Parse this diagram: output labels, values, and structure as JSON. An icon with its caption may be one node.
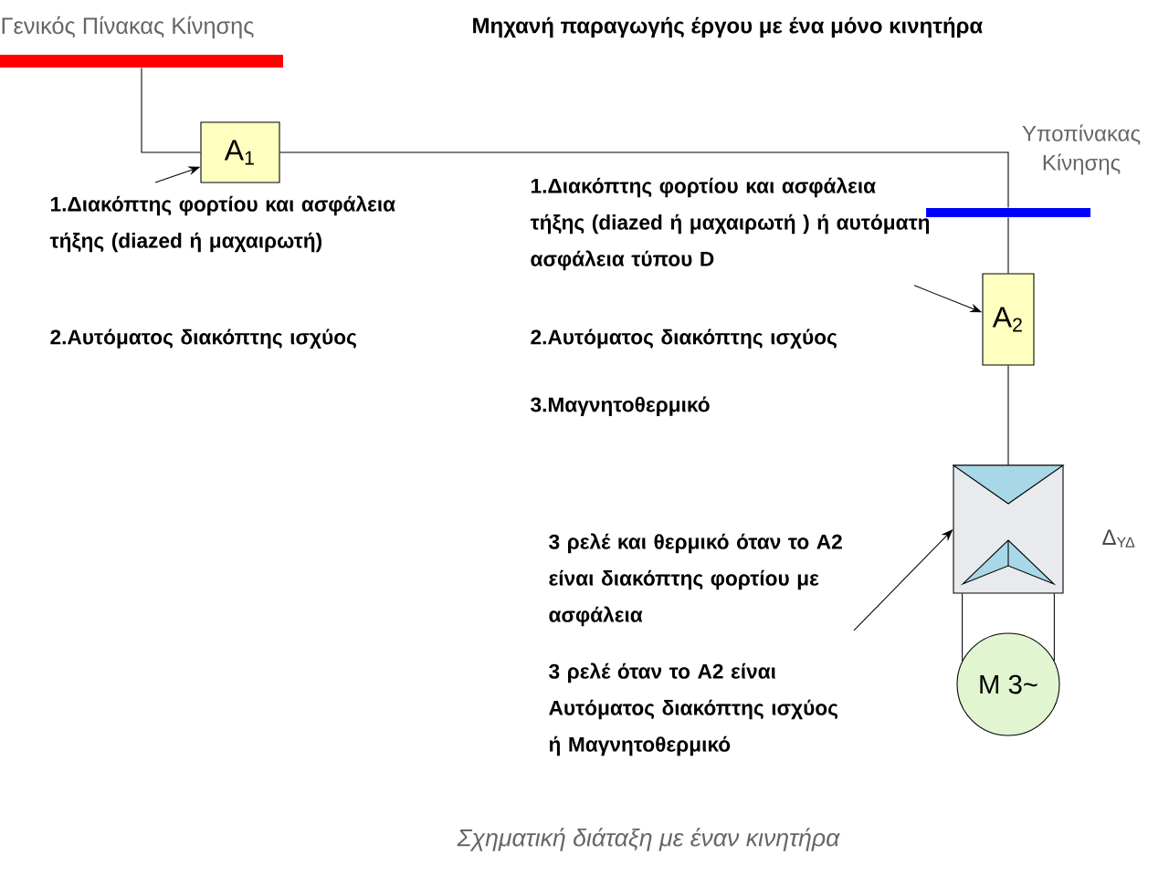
{
  "diagram": {
    "title": "Μηχανή παραγωγής έργου με ένα μόνο κινητήρα",
    "caption": "Σχηματική διάταξη με έναν κινητήρα",
    "nodes": [
      {
        "text": [
          "Γενικός Πίνακας Κίνησης"
        ]
      },
      {
        "text": [
          "A$_{1}$"
        ]
      },
      {
        "text": [
          "Υποπίνακας Κίνησης"
        ]
      },
      {
        "text": [
          "A$_{2}$"
        ]
      },
      {
        "text": [],
        "shape": "box",
        "beside": [
          "Δ$_{ΥΔ}$"
        ]
      },
      {
        "text": [
          "M 3~"
        ]
      },
      {
        "text": [
          "1.Διακόπτης φορτίου και ασφάλεια τήξης (diazed ή μαχαιρωτή)"
        ]
      },
      {
        "text": [
          "1.Διακόπτης φορτίου και ασφάλεια τήξης (diazed ή μαχαιρωτή ) ή αυτόματη ασφάλεια τύπου D"
        ]
      },
      {
        "text": [
          "3 ρελέ και θερμικό όταν το A2 είναι διακόπτης φορτίου με ασφάλεια"
        ]
      }
    ],
    "edges": [
      {
        "from": 0,
        "to": 1,
        "arrow": "none"
      },
      {
        "from": 1,
        "to": 2,
        "arrow": "none"
      },
      {
        "from": 2,
        "to": 3,
        "arrow": "none"
      },
      {
        "from": 3,
        "to": 4,
        "arrow": "none"
      },
      {
        "from": 4,
        "to": 5,
        "arrow": "none"
      },
      {
        "from": 4,
        "to": 5,
        "arrow": "none"
      },
      {
        "from": 6,
        "to": 1,
        "arrow": "to"
      },
      {
        "from": 7,
        "to": 3,
        "arrow": "to"
      },
      {
        "from": 8,
        "to": 4,
        "arrow": "to"
      }
    ],
    "labels": [
      "2.Αυτόματος διακόπτης ισχύος",
      "2.Αυτόματος διακόπτης ισχύος",
      "3.Μαγνητοθερμικό",
      "3 ρελέ όταν το A2 είναι Αυτόματος διακόπτης ισχύος ή Μαγνητοθερμικό"
    ]
  }
}
